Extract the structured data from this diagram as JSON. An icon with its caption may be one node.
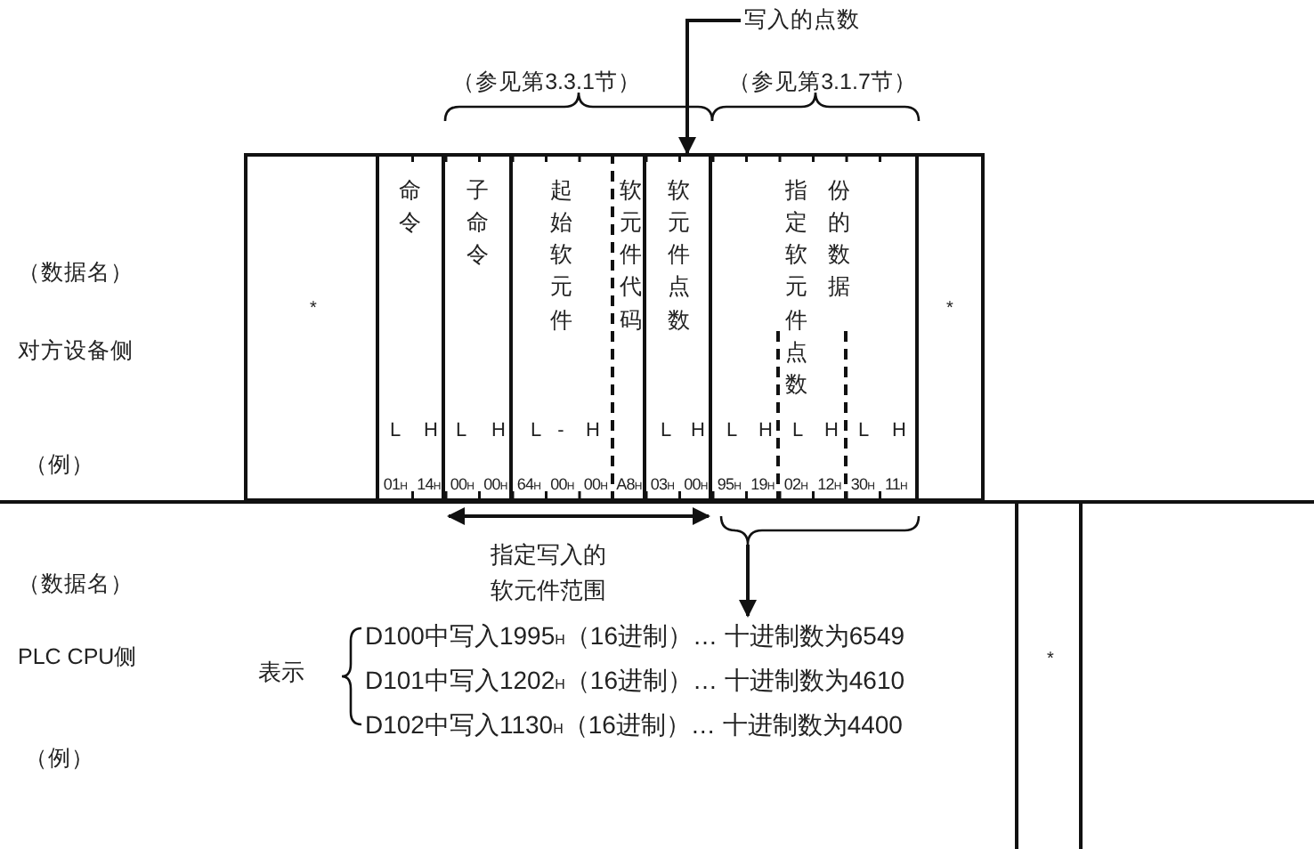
{
  "diagram": {
    "nodes": [
      {
        "text": [
          "*"
        ]
      },
      {
        "text": [
          "命令"
        ]
      },
      {
        "text": [
          "子命令"
        ]
      },
      {
        "text": [
          "起始软元件"
        ]
      },
      {
        "text": [
          "软元件代码"
        ]
      },
      {
        "text": [
          "软元件点数"
        ]
      },
      {
        "text": [
          "指定软元件点数",
          "份的数据"
        ]
      },
      {
        "text": [
          "*"
        ]
      },
      {
        "text": [
          "写入的点数"
        ]
      },
      {
        "text": [
          "D100中写入1995$_{H}$（16进制）… 十进制数为6549",
          "D101中写入1202$_{H}$（16进制）… 十进制数为4610",
          "D102中写入1130$_{H}$（16进制）… 十进制数为4400"
        ],
        "beside": [
          "表示"
        ]
      },
      {
        "text": [
          "*"
        ]
      },
      {
        "text": [],
        "shape": "brace"
      }
    ],
    "edges": [
      {
        "from": 8,
        "to": 5,
        "arrow": "to"
      },
      {
        "from": 11,
        "to": 9,
        "arrow": "to"
      },
      {
        "from": 2,
        "to": 5,
        "arrow": "both"
      }
    ],
    "labels": [
      "（参见第3.3.1节）",
      "（参见第3.1.7节）",
      "（数据名）",
      "对方设备侧",
      "（例）",
      "L",
      "H",
      "L",
      "H",
      "L",
      "-",
      "H",
      "L",
      "H",
      "L",
      "H",
      "L",
      "H",
      "L",
      "H",
      "01$_{H}$",
      "14$_{H}$",
      "00$_{H}$",
      "00$_{H}$",
      "64$_{H}$",
      "00$_{H}$",
      "00$_{H}$",
      "A8$_{H}$",
      "03$_{H}$",
      "00$_{H}$",
      "95$_{H}$",
      "19$_{H}$",
      "02$_{H}$",
      "12$_{H}$",
      "30$_{H}$",
      "11$_{H}$",
      "指定写入的软元件范围",
      "（数据名）",
      "PLC CPU侧",
      "（例）"
    ]
  }
}
